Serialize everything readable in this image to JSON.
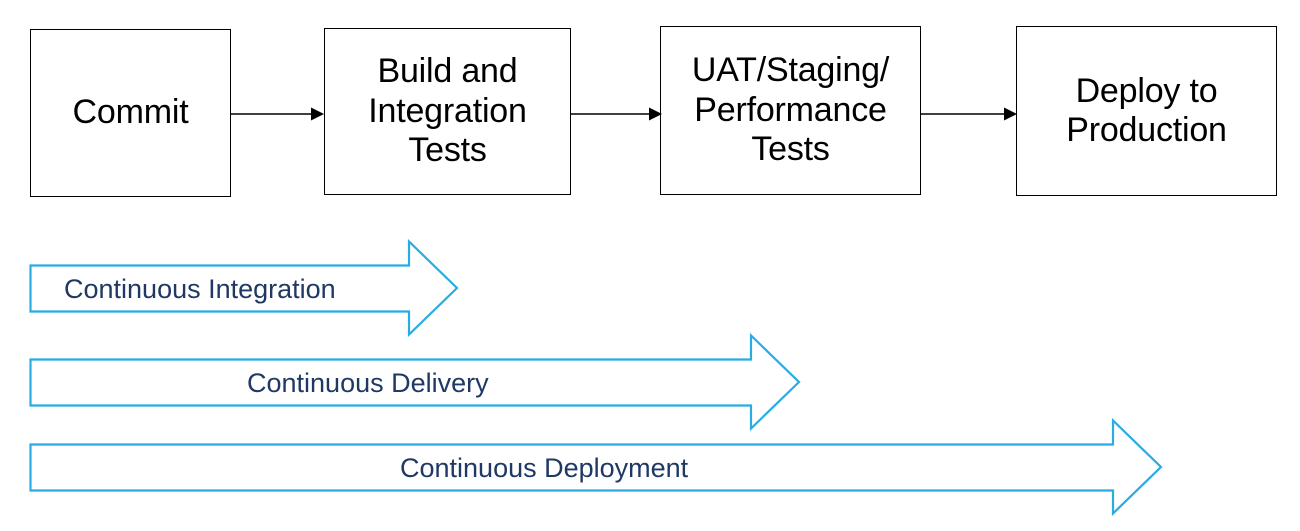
{
  "diagram": {
    "title": "Continuous Integration / Delivery / Deployment pipeline",
    "background_color": "#ffffff",
    "box_border_color": "#000000",
    "box_text_color": "#000000",
    "connector_color": "#000000",
    "banner_outline_color": "#29ace3",
    "banner_fill_color": "#ffffff",
    "banner_text_color": "#1f3864"
  },
  "stages": [
    {
      "id": "commit",
      "label": "Commit"
    },
    {
      "id": "build-test",
      "label": "Build and\nIntegration\nTests"
    },
    {
      "id": "uat-staging",
      "label": "UAT/Staging/\nPerformance\nTests"
    },
    {
      "id": "deploy-prod",
      "label": "Deploy to\nProduction"
    }
  ],
  "connectors": [
    {
      "id": "commit-to-build",
      "from": "Commit",
      "to": "Build and Integration Tests"
    },
    {
      "id": "build-to-uat",
      "from": "Build and Integration Tests",
      "to": "UAT/Staging/Performance Tests"
    },
    {
      "id": "uat-to-deploy",
      "from": "UAT/Staging/Performance Tests",
      "to": "Deploy to Production"
    }
  ],
  "banners": [
    {
      "id": "continuous-integration",
      "label": "Continuous Integration",
      "covers": "Commit → Build and Integration Tests"
    },
    {
      "id": "continuous-delivery",
      "label": "Continuous Delivery",
      "covers": "Commit → UAT/Staging/Performance Tests"
    },
    {
      "id": "continuous-deployment",
      "label": "Continuous Deployment",
      "covers": "Commit → Deploy to Production"
    }
  ]
}
